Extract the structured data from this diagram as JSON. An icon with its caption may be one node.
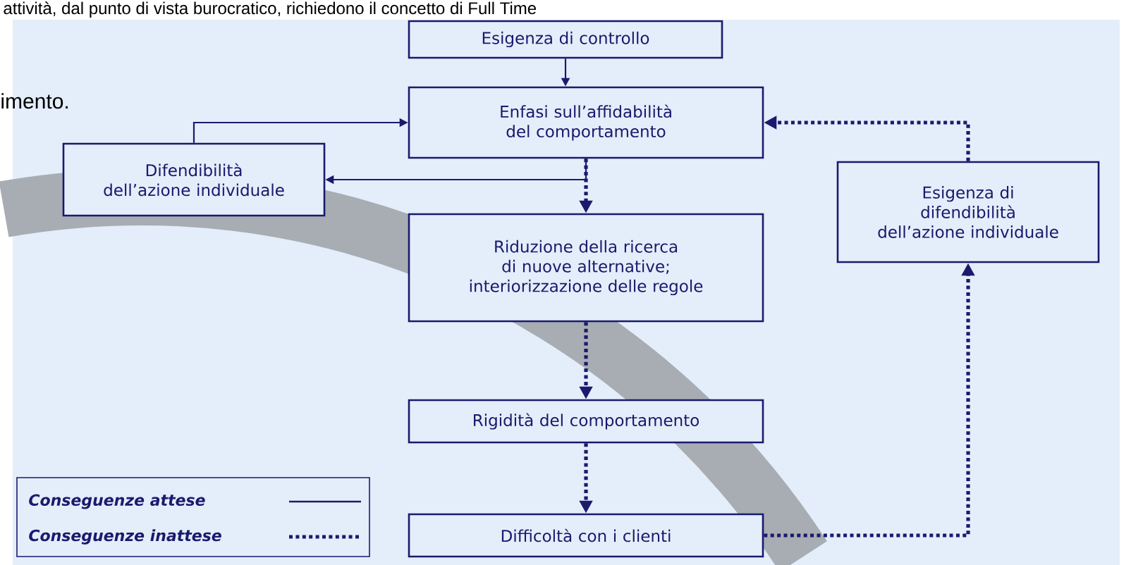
{
  "diagram": {
    "nodes": [
      {
        "text": [
          "Esigenza di controllo"
        ]
      },
      {
        "text": [
          "Enfasi sull’affidabilità del comportamento"
        ]
      },
      {
        "text": [
          "Difendibilità dell’azione individuale"
        ]
      },
      {
        "text": [
          "Esigenza di difendibilità dell’azione individuale"
        ]
      },
      {
        "text": [
          "Riduzione della ricerca di nuove alternative; interiorizzazione delle regole"
        ]
      },
      {
        "text": [
          "Rigidità del comportamento"
        ]
      },
      {
        "text": [
          "Difficoltà con i clienti"
        ]
      }
    ],
    "edges": [
      {
        "from": 0,
        "to": 1,
        "arrow": "to"
      },
      {
        "from": 2,
        "to": 1,
        "arrow": "to"
      },
      {
        "from": 1,
        "to": 2,
        "arrow": "to"
      },
      {
        "from": 1,
        "to": 4,
        "arrow": "to",
        "style": "dashed"
      },
      {
        "from": 4,
        "to": 5,
        "arrow": "to",
        "style": "dashed"
      },
      {
        "from": 5,
        "to": 6,
        "arrow": "to",
        "style": "dashed"
      },
      {
        "from": 6,
        "to": 3,
        "arrow": "to",
        "style": "dashed"
      },
      {
        "from": 3,
        "to": 1,
        "arrow": "to",
        "style": "dashed"
      }
    ],
    "labels": [
      "attività, dal punto di vista burocratico, richiedono il concetto di Full Time",
      "imento."
    ],
    "legend": [
      {
        "text": "Conseguenze attese"
      },
      {
        "text": "Conseguenze inattese"
      }
    ]
  }
}
